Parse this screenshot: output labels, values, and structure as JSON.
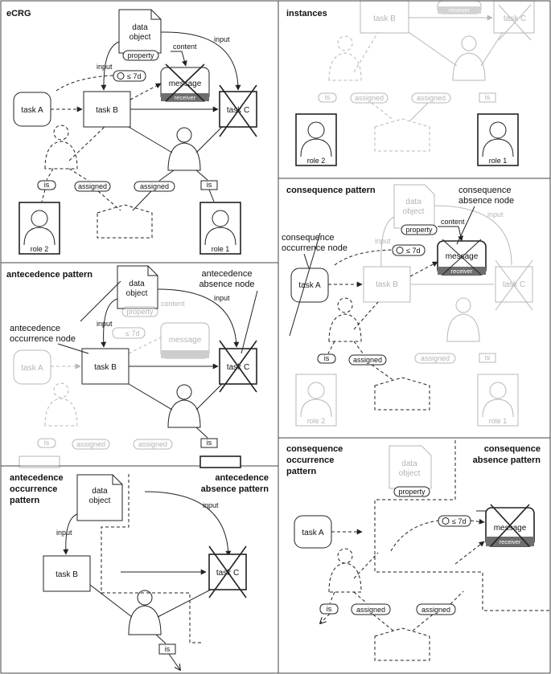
{
  "panels": {
    "ecrg": "eCRG",
    "instances": "instances",
    "antecedence_pattern": "antecedence pattern",
    "consequence_pattern": "consequence pattern",
    "antecedence_occurrence_pattern": [
      "antecedence",
      "occurrence",
      "pattern"
    ],
    "antecedence_absence_pattern": [
      "antecedence",
      "absence pattern"
    ],
    "consequence_occurrence_pattern": [
      "consequence",
      "occurrence",
      "pattern"
    ],
    "consequence_absence_pattern": [
      "consequence",
      "absence pattern"
    ]
  },
  "nodes": {
    "task_a": "task A",
    "task_b": "task B",
    "task_c": "task C",
    "data_object": [
      "data",
      "object"
    ],
    "property": "property",
    "content": "content",
    "input": "input",
    "message": "message",
    "receiver": "receiver",
    "time": "≤ 7d",
    "is": "is",
    "assigned": "assigned",
    "role1": "role 1",
    "role2": "role 2"
  },
  "annotations": {
    "antecedence_occurrence_node": [
      "antecedence",
      "occurrence node"
    ],
    "antecedence_absence_node": [
      "antecedence",
      "absence node"
    ],
    "consequence_occurrence_node": [
      "consequence",
      "occurrence node"
    ],
    "consequence_absence_node": [
      "consequence",
      "absence node"
    ]
  }
}
